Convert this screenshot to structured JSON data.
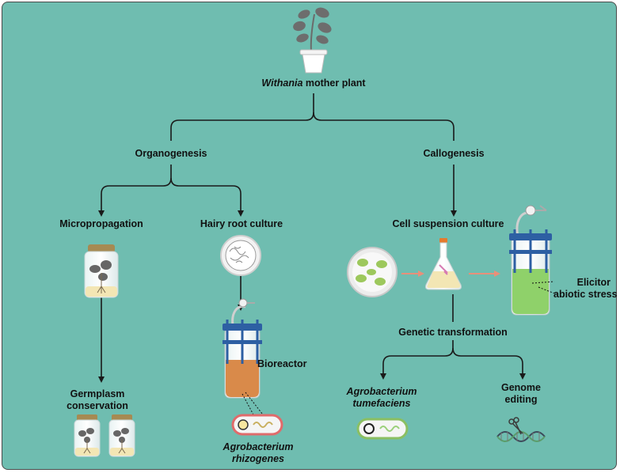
{
  "root": {
    "italic": "Withania",
    "rest": " mother plant"
  },
  "branches": {
    "left": "Organogenesis",
    "right": "Callogenesis"
  },
  "techniques": {
    "micropropagation": "Micropropagation",
    "hairy_root": "Hairy root culture",
    "cell_suspension": "Cell suspension culture"
  },
  "germplasm": {
    "line1": "Germplasm",
    "line2": "conservation"
  },
  "bioreactor": "Bioreactor",
  "elicitor": {
    "line1": "Elicitor",
    "line2": "abiotic stress"
  },
  "genetic_transformation": "Genetic transformation",
  "agro_tumefaciens": {
    "line1": "Agrobacterium",
    "line2": "tumefaciens"
  },
  "genome_editing": {
    "line1": "Genome",
    "line2": "editing"
  },
  "agro_rhizogenes": {
    "line1": "Agrobacterium",
    "line2": "rhizogenes"
  },
  "colors": {
    "background": "#6fbdb0",
    "lines": "#1a1a1a",
    "medium_orange": "#d98a4a",
    "medium_green": "#8fd16a"
  }
}
